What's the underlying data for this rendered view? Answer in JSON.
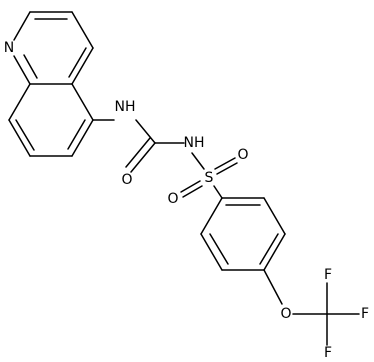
{
  "molecule": {
    "atom_labels": {
      "quinoline_n": "N",
      "urea_nh": "NH",
      "sulfonyl_nh": "NH",
      "carbonyl_o": "O",
      "sulfur": "S",
      "sulfonyl_o_right": "O",
      "sulfonyl_o_left": "O",
      "ether_o": "O",
      "fluorine_top": "F",
      "fluorine_right": "F",
      "fluorine_bottom": "F"
    }
  }
}
